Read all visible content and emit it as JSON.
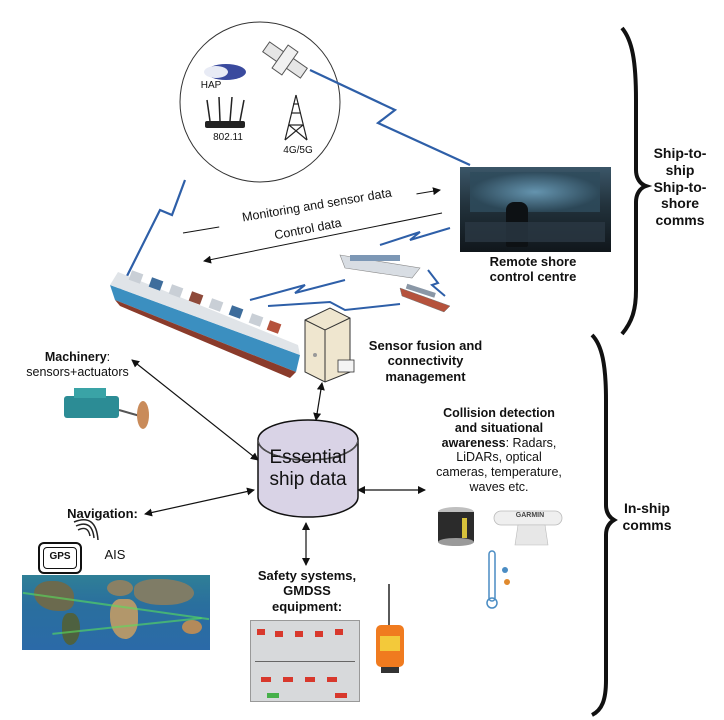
{
  "cluster": {
    "items": [
      {
        "label": "HAP",
        "icon": "hap-airship-icon"
      },
      {
        "label": "802.11",
        "icon": "wifi-router-icon"
      },
      {
        "label": "4G/5G",
        "icon": "cell-tower-icon"
      },
      {
        "label": "",
        "icon": "satellite-icon"
      }
    ]
  },
  "flows": {
    "monitoring": "Monitoring and sensor data",
    "control": "Control data"
  },
  "shore": {
    "label_line1": "Remote shore",
    "label_line2": "control centre"
  },
  "fusion": {
    "line1": "Sensor fusion and",
    "line2": "connectivity",
    "line3": "management"
  },
  "core": {
    "line1": "Essential",
    "line2": "ship data"
  },
  "machinery": {
    "title": "Machinery",
    "suffix": ":",
    "detail": "sensors+actuators"
  },
  "navigation": {
    "title": "Navigation:",
    "gps": "GPS",
    "ais": "AIS"
  },
  "safety": {
    "line1": "Safety systems,",
    "line2": "GMDSS",
    "line3": "equipment:"
  },
  "collision": {
    "line1": "Collision detection",
    "line2": "and situational",
    "line3_bold": "awareness",
    "line3_rest": ": Radars,",
    "line4": "LiDARs, optical",
    "line5": "cameras, temperature,",
    "line6": "waves etc.",
    "radar_brand": "GARMIN"
  },
  "braces": {
    "top_line1": "Ship-to-",
    "top_line2": "ship",
    "top_line3": "Ship-to-",
    "top_line4": "shore",
    "top_line5": "comms",
    "bottom_line1": "In-ship",
    "bottom_line2": "comms"
  },
  "colors": {
    "wireless_link": "#2e5fa8",
    "core_fill": "#d9d3e6",
    "arrow": "#111111"
  }
}
